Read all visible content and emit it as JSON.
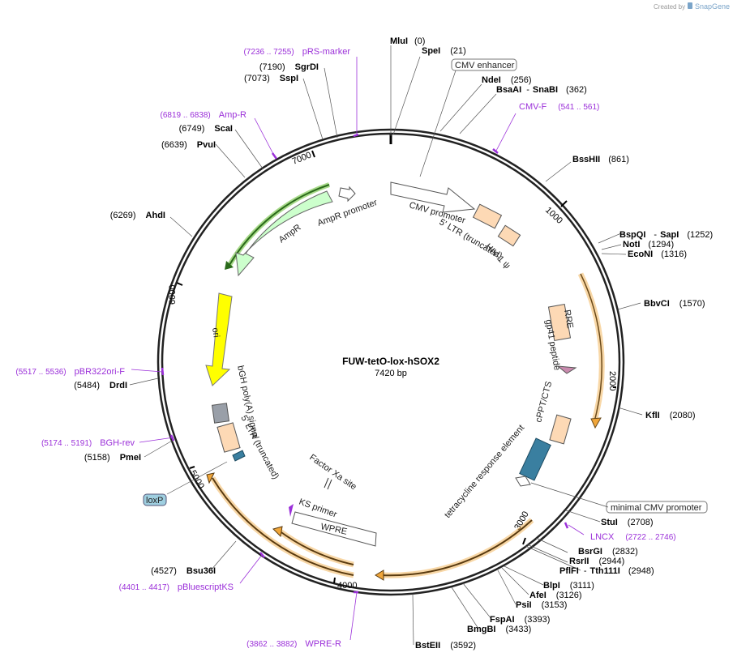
{
  "credit": {
    "prefix": "Created by",
    "brand": "SnapGene"
  },
  "plasmid": {
    "name": "FUW-tetO-lox-hSOX2",
    "length": "7420 bp"
  },
  "ticks": [
    "1000",
    "2000",
    "3000",
    "4000",
    "5000",
    "6000",
    "7000"
  ],
  "enzymes": [
    {
      "name": "MluI",
      "pos": "(0)"
    },
    {
      "name": "SpeI",
      "pos": "(21)"
    },
    {
      "name": "NdeI",
      "pos": "(256)"
    },
    {
      "name": "BsaAI",
      "extra": "SnaBI",
      "pos": "(362)"
    },
    {
      "name": "BssHII",
      "pos": "(861)"
    },
    {
      "name": "BspQI",
      "extra": "SapI",
      "pos": "(1252)"
    },
    {
      "name": "NotI",
      "pos": "(1294)"
    },
    {
      "name": "EcoNI",
      "pos": "(1316)"
    },
    {
      "name": "BbvCI",
      "pos": "(1570)"
    },
    {
      "name": "KflI",
      "pos": "(2080)"
    },
    {
      "name": "StuI",
      "pos": "(2708)"
    },
    {
      "name": "BsrGI",
      "pos": "(2832)"
    },
    {
      "name": "RsrII",
      "pos": "(2944)"
    },
    {
      "name": "PflFI",
      "extra": "Tth111I",
      "pos": "(2948)"
    },
    {
      "name": "BlpI",
      "pos": "(3111)"
    },
    {
      "name": "AfeI",
      "pos": "(3126)"
    },
    {
      "name": "PsiI",
      "pos": "(3153)"
    },
    {
      "name": "FspAI",
      "pos": "(3393)"
    },
    {
      "name": "BmgBI",
      "pos": "(3433)"
    },
    {
      "name": "BstEII",
      "pos": "(3592)"
    },
    {
      "name": "Bsu36I",
      "pos": "(4527)"
    },
    {
      "name": "PmeI",
      "pos": "(5158)"
    },
    {
      "name": "DrdI",
      "pos": "(5484)"
    },
    {
      "name": "AhdI",
      "pos": "(6269)"
    },
    {
      "name": "PvuI",
      "pos": "(6639)"
    },
    {
      "name": "ScaI",
      "pos": "(6749)"
    },
    {
      "name": "SspI",
      "pos": "(7073)"
    },
    {
      "name": "SgrDI",
      "pos": "(7190)"
    }
  ],
  "primers": [
    {
      "name": "pRS-marker",
      "range": "(7236 .. 7255)"
    },
    {
      "name": "CMV-F",
      "range": "(541 .. 561)"
    },
    {
      "name": "Amp-R",
      "range": "(6819 .. 6838)"
    },
    {
      "name": "LNCX",
      "range": "(2722 .. 2746)"
    },
    {
      "name": "pBR322ori-F",
      "range": "(5517 .. 5536)"
    },
    {
      "name": "BGH-rev",
      "range": "(5174 .. 5191)"
    },
    {
      "name": "pBluescriptKS",
      "range": "(4401 .. 4417)"
    },
    {
      "name": "WPRE-R",
      "range": "(3862 .. 3882)"
    }
  ],
  "boxed_labels": {
    "cmv_enhancer": "CMV enhancer",
    "minimal_cmv": "minimal CMV promoter",
    "loxp": "loxP"
  },
  "features": {
    "cmv_promoter": "CMV promoter",
    "ltr5_top": "5' LTR (truncated)",
    "hiv_psi": "HIV-1 ψ",
    "rre": "RRE",
    "gp41": "gp41 peptide",
    "cppt": "cPPT/CTS",
    "tre": "tetracycline response element",
    "factor_xa": "Factor Xa site",
    "ks_primer": "KS primer",
    "wpre": "WPRE",
    "bgh": "bGH poly(A) signal",
    "ltr5_bottom": "5' LTR (truncated)",
    "ori": "ori",
    "ampr": "AmpR",
    "ampr_promoter": "AmpR promoter"
  },
  "colors": {
    "primer": "#9b30d9",
    "orf_outline": "#f0a63a",
    "ampr_fill": "#ccffcc",
    "ori_fill": "#ffff00",
    "ltr_fill": "#fdd9b5",
    "tre_fill": "#3a7fa0",
    "loxp_fill": "#9fcfe0"
  }
}
